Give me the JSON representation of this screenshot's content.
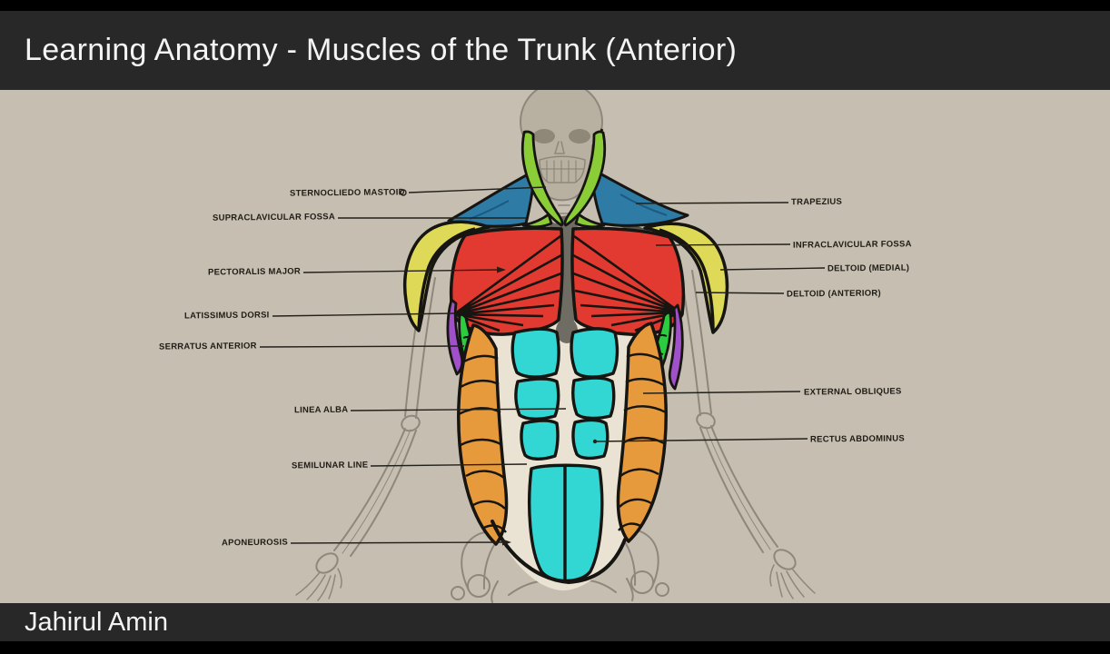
{
  "title_bar": {
    "title": "Learning Anatomy - Muscles of the Trunk (Anterior)"
  },
  "footer_bar": {
    "author": "Jahirul Amin"
  },
  "figure": {
    "description": "Hand-drawn anterior trunk muscle diagram painted over a pencil skeleton sketch",
    "labels": [
      {
        "text": "STERNOCLIEDO MASTOID",
        "side": "left"
      },
      {
        "text": "SUPRACLAVICULAR FOSSA",
        "side": "left"
      },
      {
        "text": "PECTORALIS MAJOR",
        "side": "left"
      },
      {
        "text": "LATISSIMUS DORSI",
        "side": "left"
      },
      {
        "text": "SERRATUS ANTERIOR",
        "side": "left"
      },
      {
        "text": "LINEA ALBA",
        "side": "left"
      },
      {
        "text": "SEMILUNAR LINE",
        "side": "left"
      },
      {
        "text": "APONEUROSIS",
        "side": "left"
      },
      {
        "text": "TRAPEZIUS",
        "side": "right"
      },
      {
        "text": "INFRACLAVICULAR FOSSA",
        "side": "right"
      },
      {
        "text": "DELTOID (MEDIAL)",
        "side": "right"
      },
      {
        "text": "DELTOID (ANTERIOR)",
        "side": "right"
      },
      {
        "text": "EXTERNAL OBLIQUES",
        "side": "right"
      },
      {
        "text": "RECTUS ABDOMINUS",
        "side": "right"
      }
    ],
    "muscle_colors": {
      "sternocleido_mastoid": "#8bcd37",
      "trapezius": "#2e7ba6",
      "deltoid": "#dfd958",
      "pectoralis_major": "#e23a30",
      "latissimus_dorsi": "#a050c8",
      "serratus_anterior": "#2ccc40",
      "external_obliques": "#e69a3c",
      "rectus_abdominus": "#32d7d4",
      "aponeurosis": "#eae3d3"
    }
  }
}
